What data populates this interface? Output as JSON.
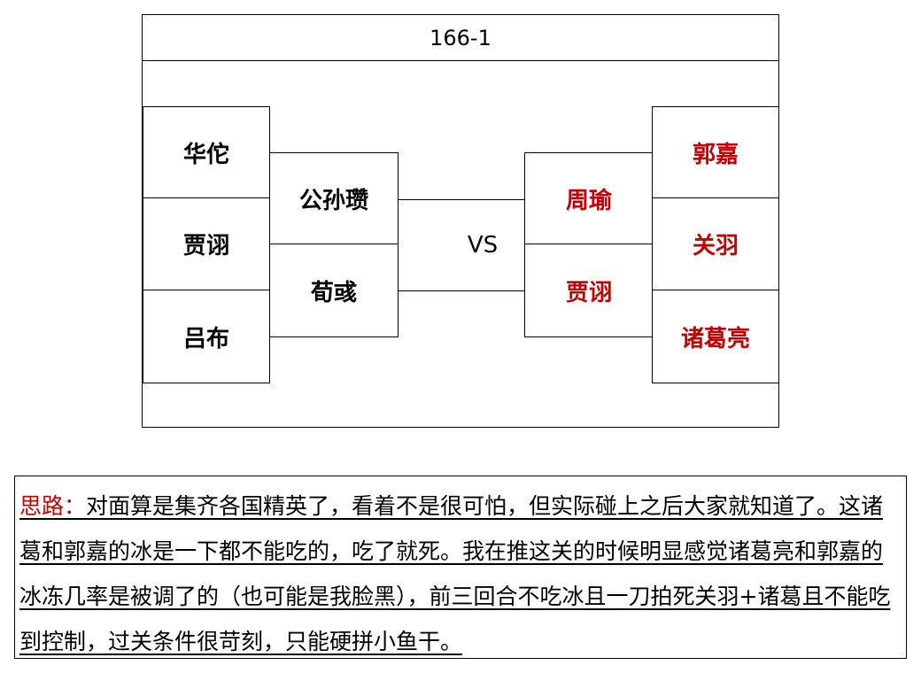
{
  "diagram": {
    "title": "166-1",
    "vs": "VS",
    "left_outer": [
      "华佗",
      "贾诩",
      "吕布"
    ],
    "left_inner": [
      "公孙瓒",
      "荀彧"
    ],
    "right_inner": [
      "周瑜",
      "贾诩"
    ],
    "right_outer": [
      "郭嘉",
      "关羽",
      "诸葛亮"
    ],
    "colors": {
      "enemy_text": "#c00000",
      "ally_text": "#000000"
    }
  },
  "note": {
    "label": "思路：",
    "text": "对面算是集齐各国精英了，看着不是很可怕，但实际碰上之后大家就知道了。这诸葛和郭嘉的冰是一下都不能吃的，吃了就死。我在推这关的时候明显感觉诸葛亮和郭嘉的冰冻几率是被调了的（也可能是我脸黑），前三回合不吃冰且一刀拍死关羽+诸葛且不能吃到控制，过关条件很苛刻，只能硬拼小鱼干。",
    "label_color": "#c00000"
  }
}
